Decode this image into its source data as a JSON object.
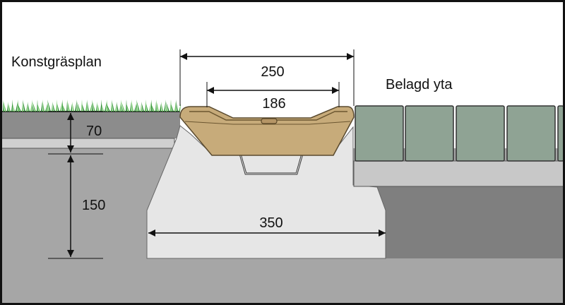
{
  "labels": {
    "left_zone": "Konstgräsplan",
    "right_zone": "Belagd yta"
  },
  "dimensions": {
    "outer_width": "250",
    "inner_width": "186",
    "base_width": "350",
    "layer_top": "70",
    "layer_bottom": "150"
  },
  "colors": {
    "frame": "#111111",
    "grass": "#4caf50",
    "ground": "#a6a6a6",
    "ground_dark": "#7f7f7f",
    "turf_layer": "#8c8c8c",
    "concrete": "#e8e8e8",
    "channel": "#c7ab7a",
    "paver": "#8fa394",
    "paver_base": "#c8c8c8"
  }
}
